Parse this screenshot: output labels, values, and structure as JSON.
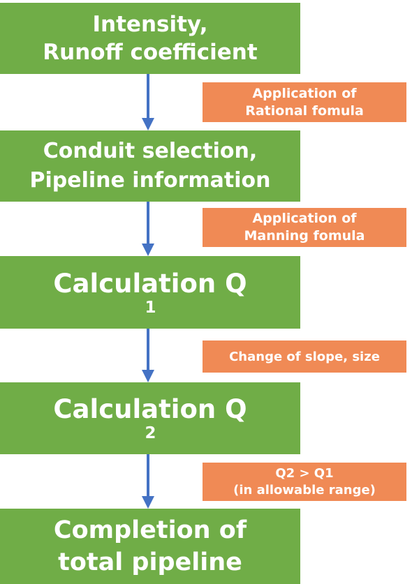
{
  "steps": [
    {
      "line1": "Intensity,",
      "line2": "Runoff coefficient"
    },
    {
      "line1": "Conduit selection,",
      "line2": "Pipeline information"
    },
    {
      "text": "Calculation Q",
      "sub": "1"
    },
    {
      "text": "Calculation Q",
      "sub": "2"
    },
    {
      "line1": "Completion of",
      "line2": "total pipeline"
    }
  ],
  "notes": [
    {
      "line1": "Application of",
      "line2": "Rational fomula"
    },
    {
      "line1": "Application of",
      "line2": "Manning fomula"
    },
    {
      "line1": "Change of slope, size"
    },
    {
      "line1": "Q2 > Q1",
      "line2": "(in allowable range)"
    }
  ],
  "colors": {
    "step": "#70ad47",
    "note": "#f08a55",
    "arrow": "#4472c4"
  }
}
